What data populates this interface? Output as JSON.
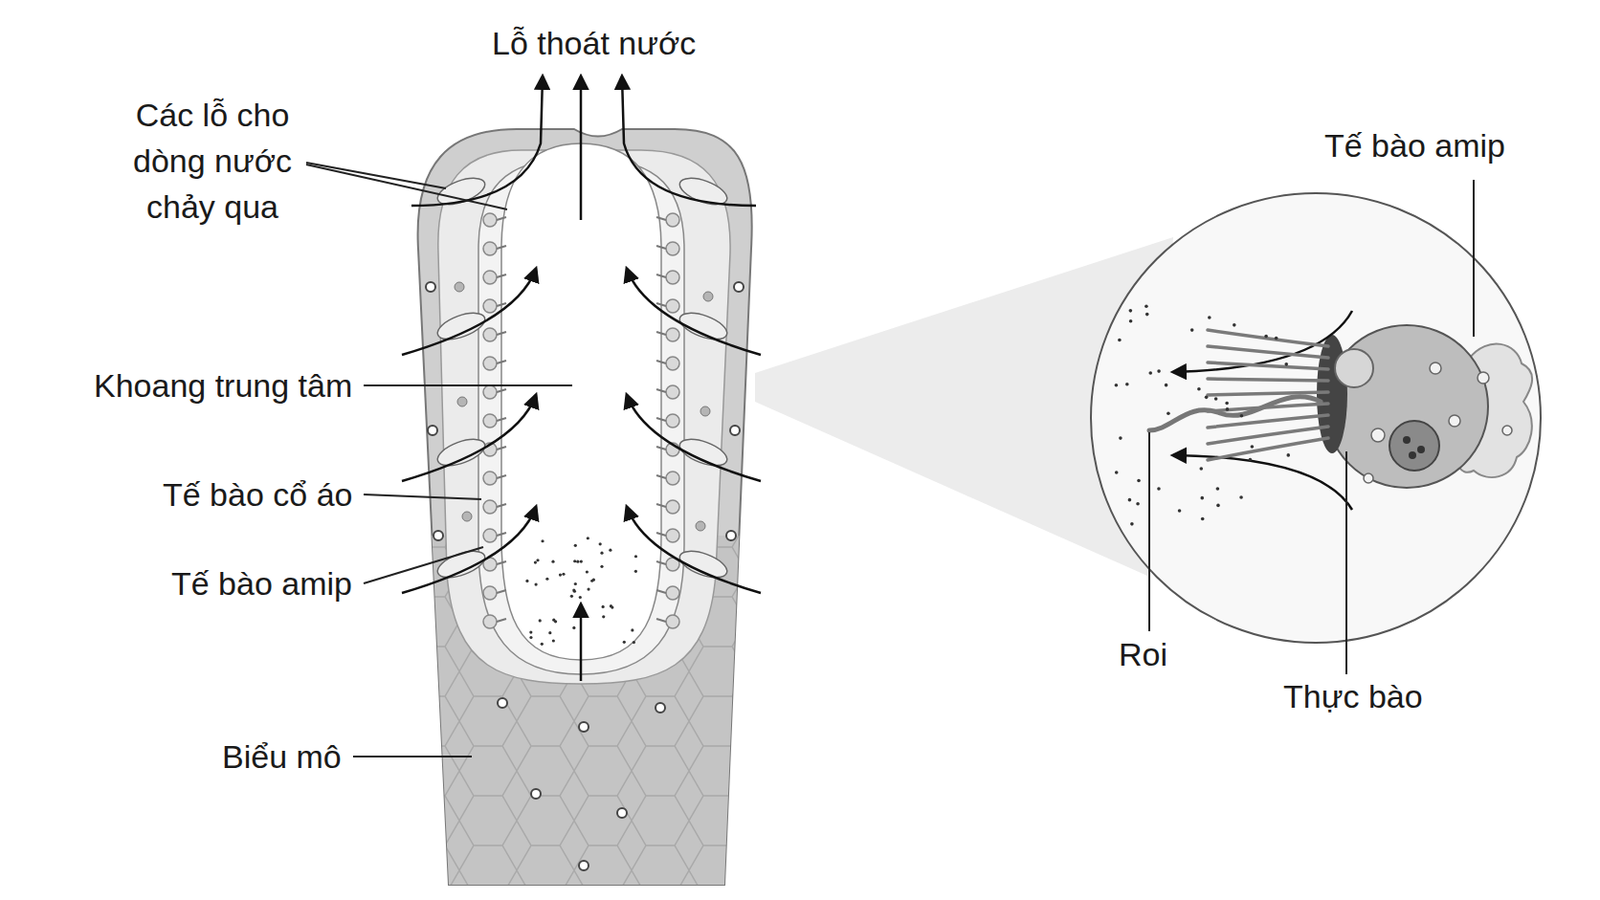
{
  "diagram": {
    "labels": [
      "Lỗ thoát nước",
      "Các lỗ cho dòng nước chảy qua",
      "Khoang trung tâm",
      "Tế bào cổ áo",
      "Tế bào amip",
      "Biểu mô",
      "Tế bào amip",
      "Roi",
      "Thực bào"
    ]
  }
}
